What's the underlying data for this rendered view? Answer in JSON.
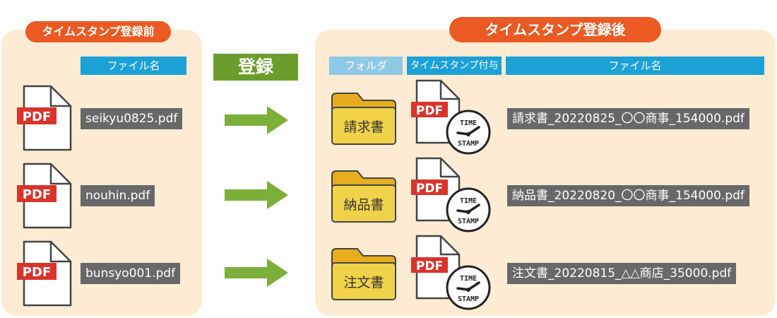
{
  "before": {
    "title": "タイムスタンプ登録前",
    "column_header": "ファイル名",
    "files": [
      {
        "icon": "pdf-file-icon",
        "tag": "PDF",
        "name": "seikyu0825.pdf"
      },
      {
        "icon": "pdf-file-icon",
        "tag": "PDF",
        "name": "nouhin.pdf"
      },
      {
        "icon": "pdf-file-icon",
        "tag": "PDF",
        "name": "bunsyo001.pdf"
      }
    ]
  },
  "action": {
    "label": "登録",
    "arrow_icon": "right-arrow-icon"
  },
  "after": {
    "title": "タイムスタンプ登録後",
    "headers": {
      "folder": "フォルダ",
      "timestamp": "タイムスタンプ付与",
      "filename": "ファイル名"
    },
    "rows": [
      {
        "folder": "請求書",
        "tag": "PDF",
        "stamp_top": "TIME",
        "stamp_bottom": "STAMP",
        "name": "請求書_20220825_〇〇商事_154000.pdf"
      },
      {
        "folder": "納品書",
        "tag": "PDF",
        "stamp_top": "TIME",
        "stamp_bottom": "STAMP",
        "name": "納品書_20220820_〇〇商事_154000.pdf"
      },
      {
        "folder": "注文書",
        "tag": "PDF",
        "stamp_top": "TIME",
        "stamp_bottom": "STAMP",
        "name": "注文書_20220815_△△商店_35000.pdf"
      }
    ]
  },
  "colors": {
    "panel_bg": "#fdebd3",
    "title_pill": "#ea5a22",
    "header_blue": "#1ca1d6",
    "header_light_blue": "#8ec9e5",
    "register_green": "#6a9d2c",
    "arrow_green": "#7cae3a",
    "pdf_red": "#d9342b",
    "folder_yellow": "#f1d34a",
    "filename_gray": "#686868"
  }
}
